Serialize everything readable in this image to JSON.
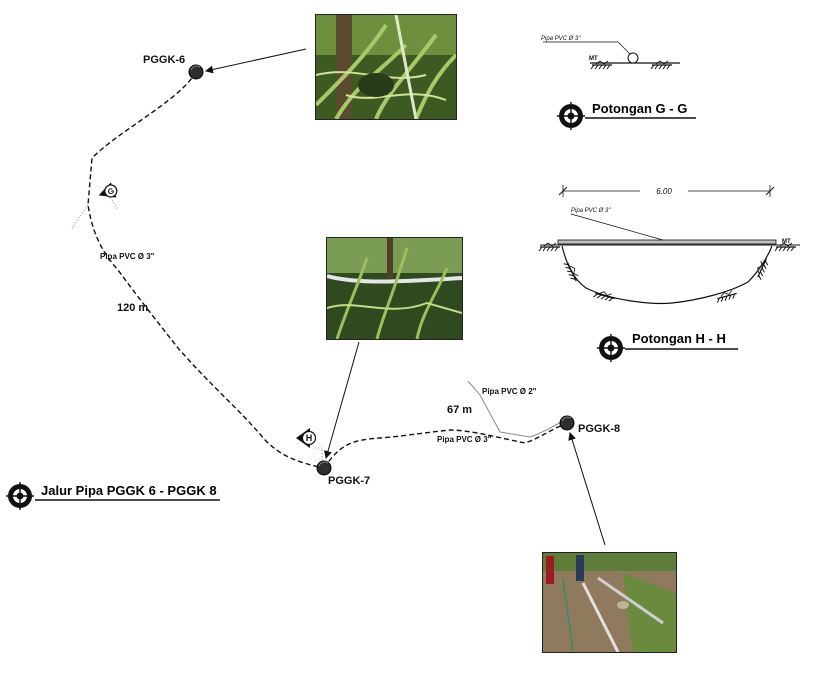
{
  "points": {
    "pggk6": "PGGK-6",
    "pggk7": "PGGK-7",
    "pggk8": "PGGK-8"
  },
  "pipe_labels": {
    "main_3in_upper": "Pipa PVC Ø 3\"",
    "distance_120": "120 m",
    "distance_67": "67 m",
    "pvc_2in": "Pipa PVC Ø 2\"",
    "pvc_3in_lower": "Pipa PVC Ø 3\""
  },
  "section_markers": {
    "g": "G",
    "h": "H"
  },
  "section_gg": {
    "pipe_label": "Pipa PVC Ø 3\"",
    "ground_label": "MT",
    "title": "Potongan G - G"
  },
  "section_hh": {
    "width_dim": "6.00",
    "pipe_label": "Pipa PVC Ø 3\"",
    "ground_label": "MT",
    "title": "Potongan H - H"
  },
  "main_title": "Jalur Pipa PGGK 6 - PGGK 8",
  "colors": {
    "line": "#111111",
    "node": "#2e2e2e",
    "photo_veg_dark": "#2f4a1e",
    "photo_veg_light": "#7fa04a"
  },
  "icons": [
    "section-target-icon",
    "section-marker-icon",
    "ground-hatch-icon"
  ]
}
